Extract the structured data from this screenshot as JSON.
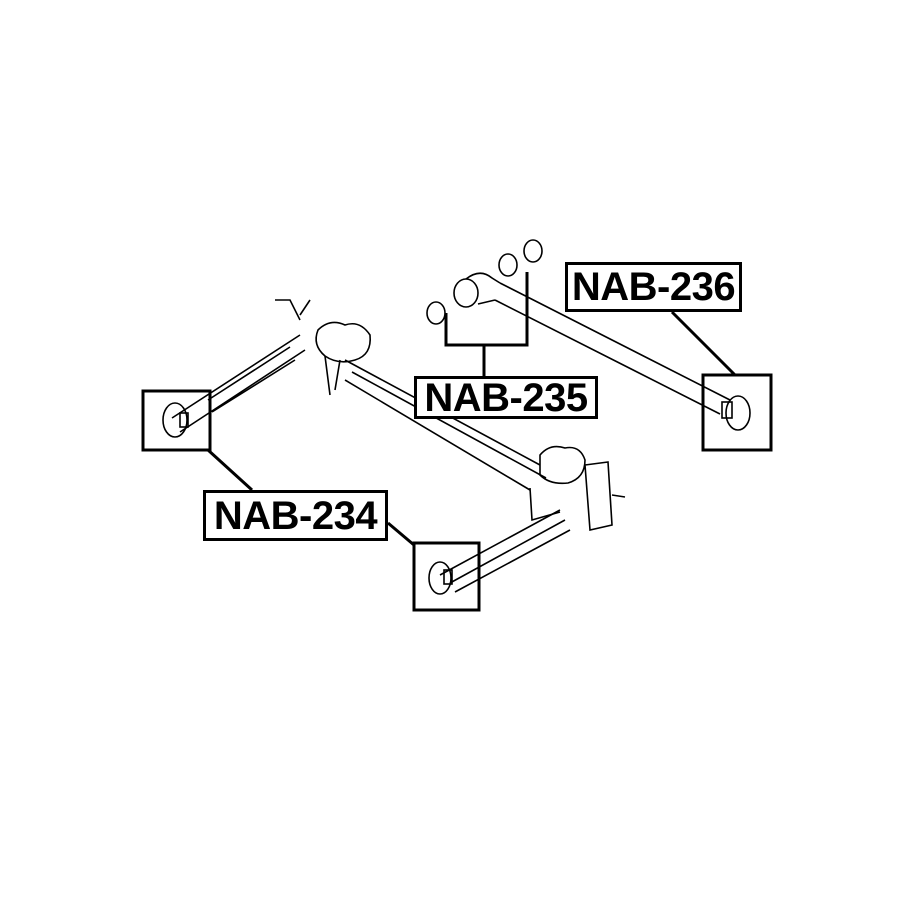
{
  "labels": {
    "nab234": "NAB-234",
    "nab235": "NAB-235",
    "nab236": "NAB-236"
  },
  "colors": {
    "line": "#000000",
    "background": "#ffffff"
  }
}
